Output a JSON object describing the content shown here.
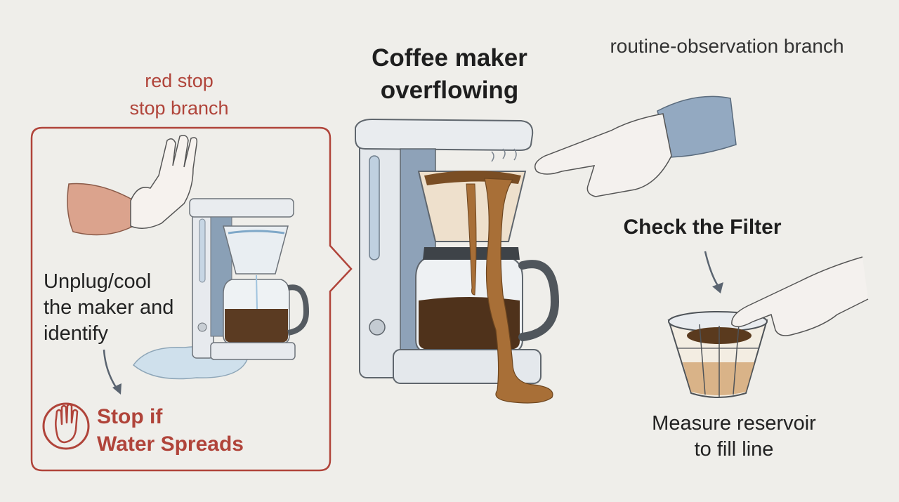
{
  "labels": {
    "stop_branch_line1": "red stop",
    "stop_branch_line2": "stop branch",
    "main_title_line1": "Coffee maker",
    "main_title_line2": "overflowing",
    "routine_branch": "routine-observation branch",
    "stop_step_line1": "Unplug/cool",
    "stop_step_line2": "the maker and",
    "stop_step_line3": "identify",
    "stop_warning_line1": "Stop if",
    "stop_warning_line2": "Water Spreads",
    "check_title": "Check the Filter",
    "measure_line1": "Measure reservoir",
    "measure_line2": "to fill line"
  },
  "icons": [
    "stop-hand-icon",
    "raised-hand-icon",
    "pointing-hand-icon",
    "filter-hand-icon",
    "arrow-down-icon"
  ],
  "colors": {
    "background": "#efeeea",
    "stop_red": "#b0443a",
    "coffee_brown": "#8a5a2b",
    "machine_grey": "#dfe3e7",
    "machine_blue": "#9fb1c3"
  }
}
